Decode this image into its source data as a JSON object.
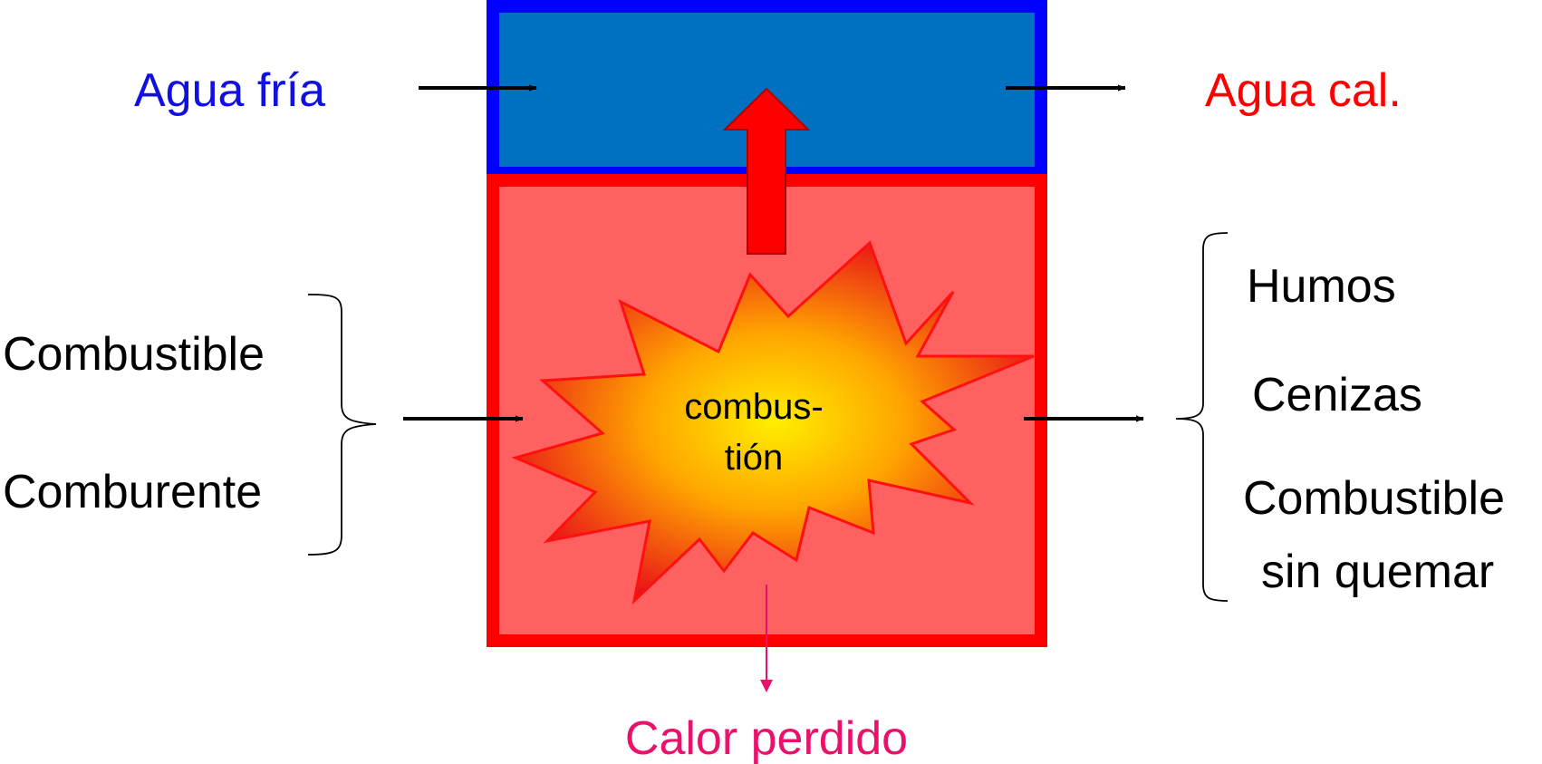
{
  "labels": {
    "cold_water": "Agua fría",
    "hot_water": "Agua cal.",
    "fuel": "Combustible",
    "oxidizer": "Comburente",
    "combustion_line1": "combus-",
    "combustion_line2": "tión",
    "smoke": "Humos",
    "ash": "Cenizas",
    "unburnt_line1": "Combustible",
    "unburnt_line2": "sin quemar",
    "heat_loss": "Calor perdido"
  },
  "colors": {
    "cold_water_text": "#1010E0",
    "hot_water_text": "#FF0000",
    "heat_loss_text": "#E8126A",
    "water_fill": "#0070C0",
    "water_border": "#0000FF",
    "chamber_fill": "#FF6060",
    "chamber_border": "#FF0000",
    "heat_arrow_fill": "#FF0000",
    "burst_center": "#FFEE00",
    "burst_edge": "#E8101A",
    "text_dark": "#000000",
    "heat_loss_arrow": "#E8126A"
  }
}
